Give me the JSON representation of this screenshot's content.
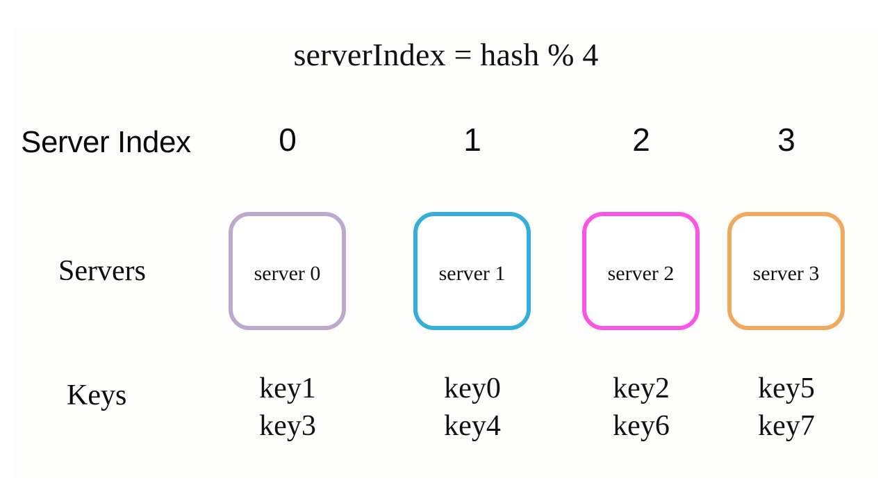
{
  "diagram": {
    "title": "serverIndex = hash % 4",
    "background_color": "#ffffff",
    "panel_color": "#fdfdfc",
    "text_color": "#111111",
    "row_labels": {
      "server_index": "Server Index",
      "servers": "Servers",
      "keys": "Keys"
    },
    "columns": [
      {
        "index_label": "0",
        "server_label": "server 0",
        "border_color": "#bda8ce",
        "keys": [
          "key1",
          "key3"
        ]
      },
      {
        "index_label": "1",
        "server_label": "server 1",
        "border_color": "#35afd8",
        "keys": [
          "key0",
          "key4"
        ]
      },
      {
        "index_label": "2",
        "server_label": "server 2",
        "border_color": "#fb55e6",
        "keys": [
          "key2",
          "key6"
        ]
      },
      {
        "index_label": "3",
        "server_label": "server 3",
        "border_color": "#f2a95e",
        "keys": [
          "key5",
          "key7"
        ]
      }
    ]
  }
}
